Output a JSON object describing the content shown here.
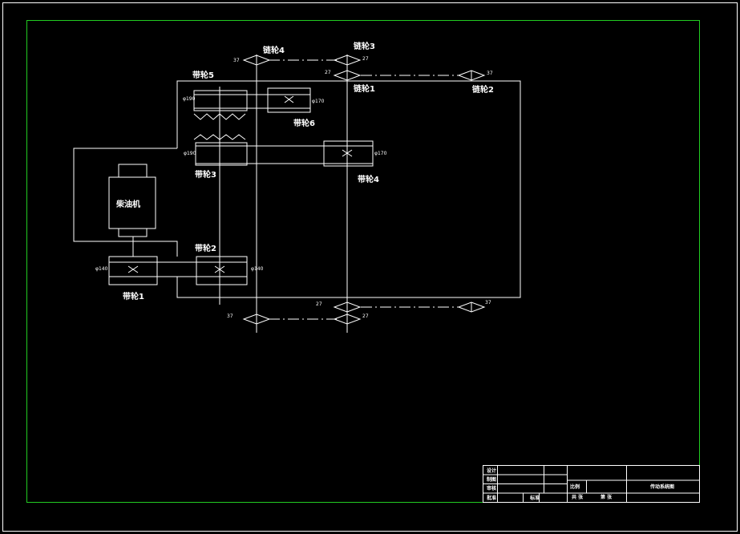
{
  "colors": {
    "background": "#000000",
    "line": "#ffffff",
    "frame": "#22cc22"
  },
  "labels": {
    "chain4": "链轮4",
    "chain3": "链轮3",
    "chain1": "链轮1",
    "chain2": "链轮2",
    "belt5": "带轮5",
    "belt6": "带轮6",
    "belt3": "带轮3",
    "belt4": "带轮4",
    "belt2": "带轮2",
    "belt1": "带轮1",
    "engine": "柴油机"
  },
  "dims": {
    "d190_a": "φ190",
    "d170_a": "φ170",
    "d190_b": "φ190",
    "d170_b": "φ170",
    "d140_a": "φ140",
    "d140_b": "φ140"
  },
  "teeth": {
    "c4_top": "37",
    "c3_top": "27",
    "c1_top": "27",
    "c2_top": "37",
    "c1_bottom": "27",
    "c2_bottom": "37",
    "l_bottom": "37",
    "m_bottom": "27"
  },
  "titleblock": {
    "r1": "设计",
    "r2": "制图",
    "r3": "审核",
    "r4": "批准",
    "bz": "标准",
    "scale": "比例",
    "title": "传动系统图",
    "s1": "共 张",
    "s2": "第 张"
  }
}
